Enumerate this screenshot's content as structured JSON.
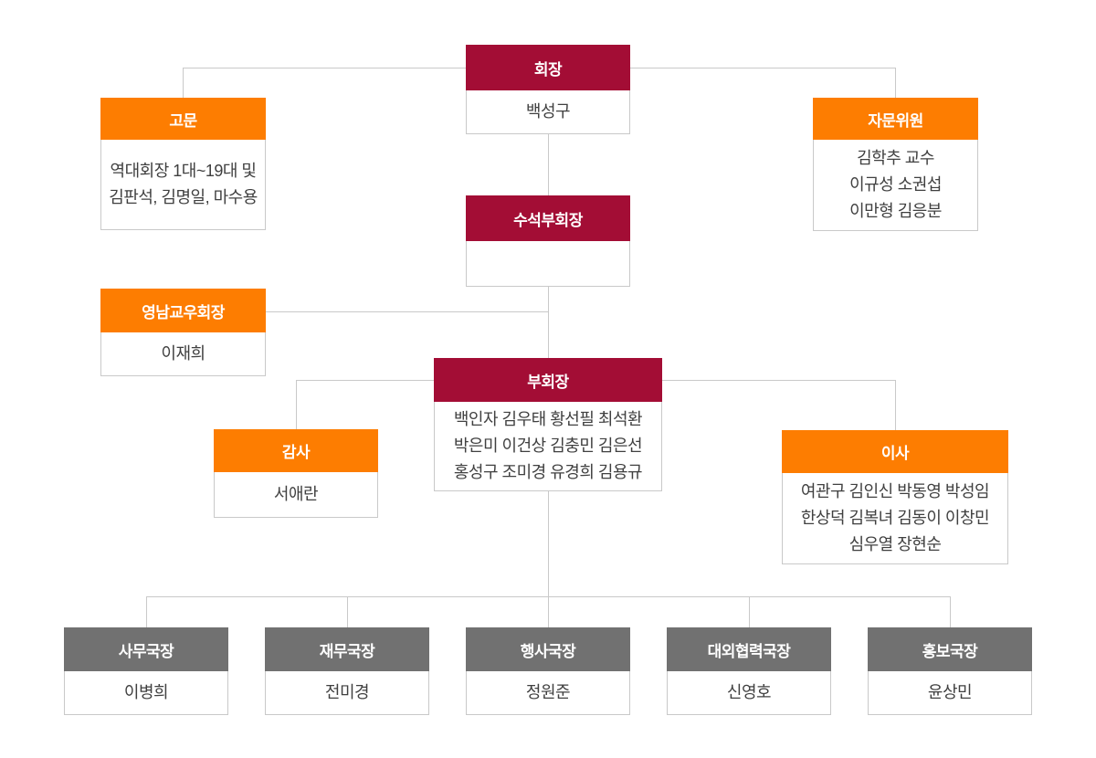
{
  "colors": {
    "header_red": "#a30d35",
    "header_orange": "#fd7d01",
    "header_gray": "#717171",
    "line_gray": "#c9c9c9",
    "body_text": "#404040"
  },
  "org": {
    "chairman": {
      "title": "회장",
      "members": [
        "백성구"
      ]
    },
    "advisors": {
      "title": "고문",
      "members": [
        "역대회장 1대~19대 및",
        "김판석, 김명일, 마수용"
      ]
    },
    "advisory_committee": {
      "title": "자문위원",
      "members": [
        "김학추 교수",
        "이규성 소권섭",
        "이만형 김응분"
      ]
    },
    "senior_vice_chairman": {
      "title": "수석부회장",
      "members": []
    },
    "yeongnam_alumni_chair": {
      "title": "영남교우회장",
      "members": [
        "이재희"
      ]
    },
    "vice_chairman": {
      "title": "부회장",
      "members": [
        "백인자 김우태 황선필 최석환",
        "박은미 이건상 김충민 김은선",
        "홍성구 조미경 유경희 김용규"
      ]
    },
    "auditor": {
      "title": "감사",
      "members": [
        "서애란"
      ]
    },
    "directors": {
      "title": "이사",
      "members": [
        "여관구 김인신 박동영 박성임",
        "한상덕 김복녀 김동이 이창민",
        "심우열 장현순"
      ]
    },
    "secretary_general": {
      "title": "사무국장",
      "members": [
        "이병희"
      ]
    },
    "finance_director": {
      "title": "재무국장",
      "members": [
        "전미경"
      ]
    },
    "events_director": {
      "title": "행사국장",
      "members": [
        "정원준"
      ]
    },
    "external_relations_director": {
      "title": "대외협력국장",
      "members": [
        "신영호"
      ]
    },
    "pr_director": {
      "title": "홍보국장",
      "members": [
        "윤상민"
      ]
    }
  }
}
